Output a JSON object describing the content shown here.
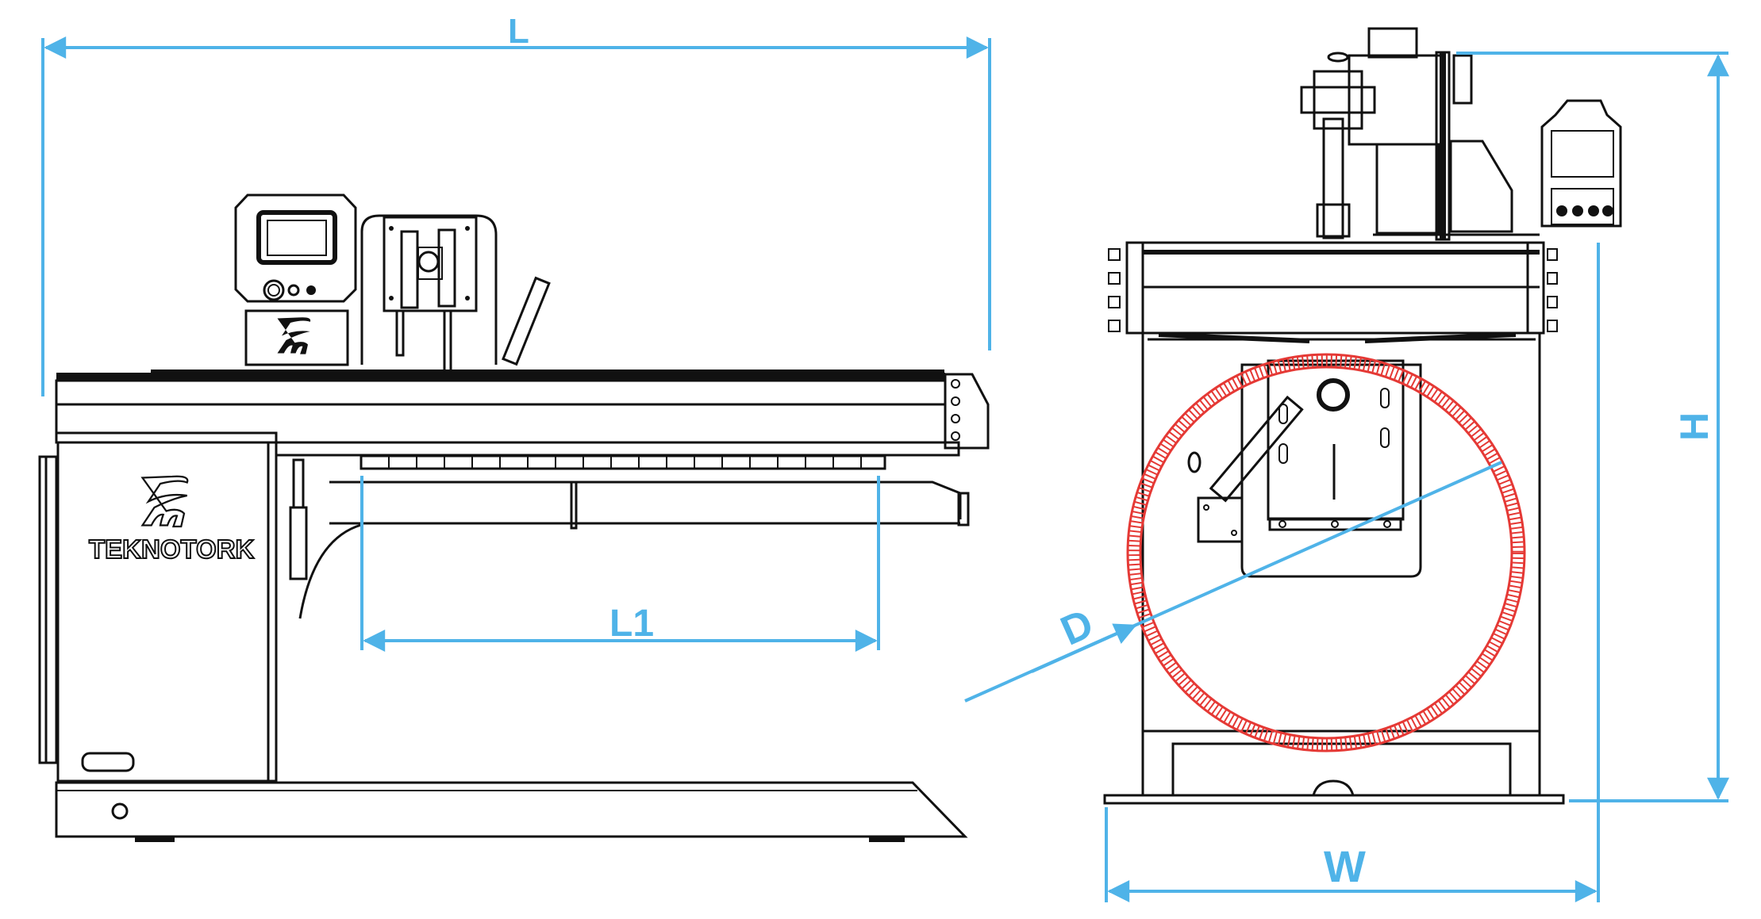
{
  "drawing": {
    "brand_text": "TEKNOTORK",
    "dimensions": {
      "length": "L",
      "working_length": "L1",
      "height": "H",
      "width": "W",
      "diameter": "D"
    },
    "colors": {
      "dimension_lines": "#4fb3e8",
      "workpiece": "#e53935",
      "outline": "#111111"
    }
  }
}
